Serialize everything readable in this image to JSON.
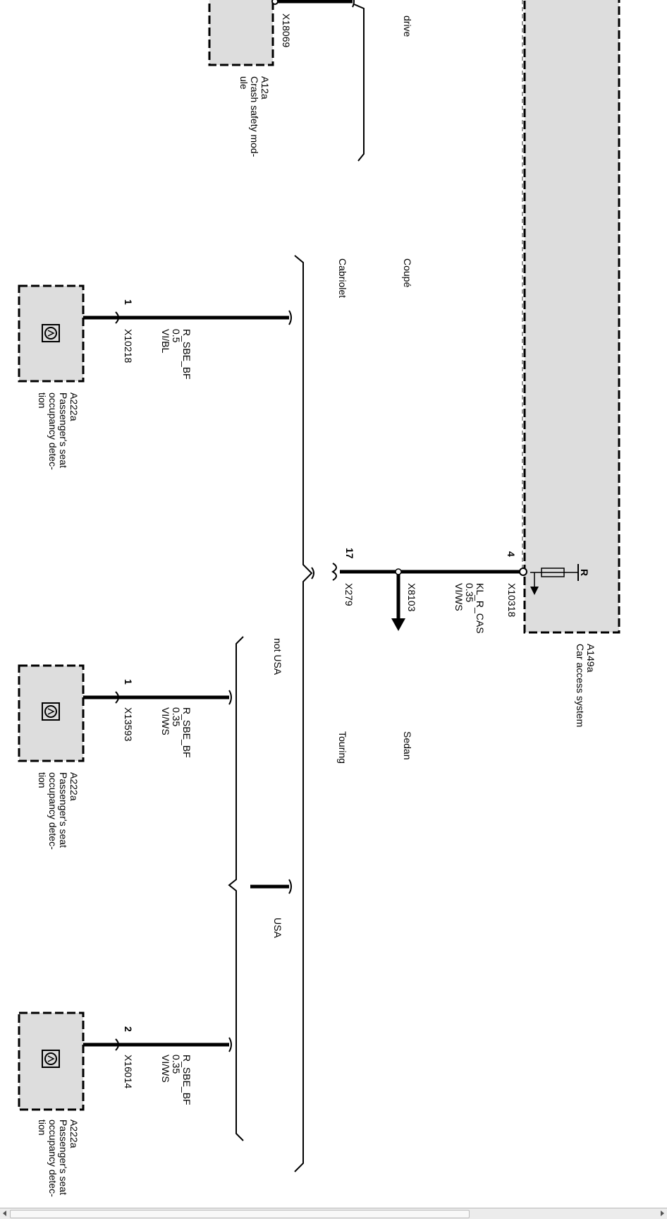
{
  "variants": {
    "drive": "drive",
    "coupe": "Coupé",
    "cabriolet": "Cabriolet",
    "sedan": "Sedan",
    "touring": "Touring",
    "not_usa": "not USA",
    "usa": "USA"
  },
  "crash_module": {
    "connector": "X18069",
    "id": "A12a",
    "name_lines": [
      "Crash safety mod-",
      "ule"
    ]
  },
  "cas": {
    "id": "A149a",
    "name": "Car access system",
    "connector": "X10318",
    "pin": "4",
    "resistor_label": "R"
  },
  "cas_wire": {
    "signal": "KL_R_CAS",
    "gauge": "0.35",
    "color": "VI/WS"
  },
  "junction": {
    "connector": "X279",
    "pin": "17",
    "branch_connector": "X8103"
  },
  "sensors": [
    {
      "pin": "1",
      "connector": "X10218",
      "signal": "R_SBE_BF",
      "gauge": "0.5",
      "color": "VI/BL",
      "id": "A222a",
      "name_lines": [
        "Passenger's seat",
        "occupancy detec-",
        "tion"
      ]
    },
    {
      "pin": "1",
      "connector": "X13593",
      "signal": "R_SBE_BF",
      "gauge": "0.35",
      "color": "VI/WS",
      "id": "A222a",
      "name_lines": [
        "Passenger's seat",
        "occupancy detec-",
        "tion"
      ]
    },
    {
      "pin": "2",
      "connector": "X16014",
      "signal": "R_SBE_BF",
      "gauge": "0.35",
      "color": "VI/WS",
      "id": "A222a",
      "name_lines": [
        "Passenger's seat",
        "occupancy detec-",
        "tion"
      ]
    }
  ],
  "colors": {
    "component_fill": "#dddddd",
    "wire": "#000000",
    "background": "#ffffff"
  }
}
